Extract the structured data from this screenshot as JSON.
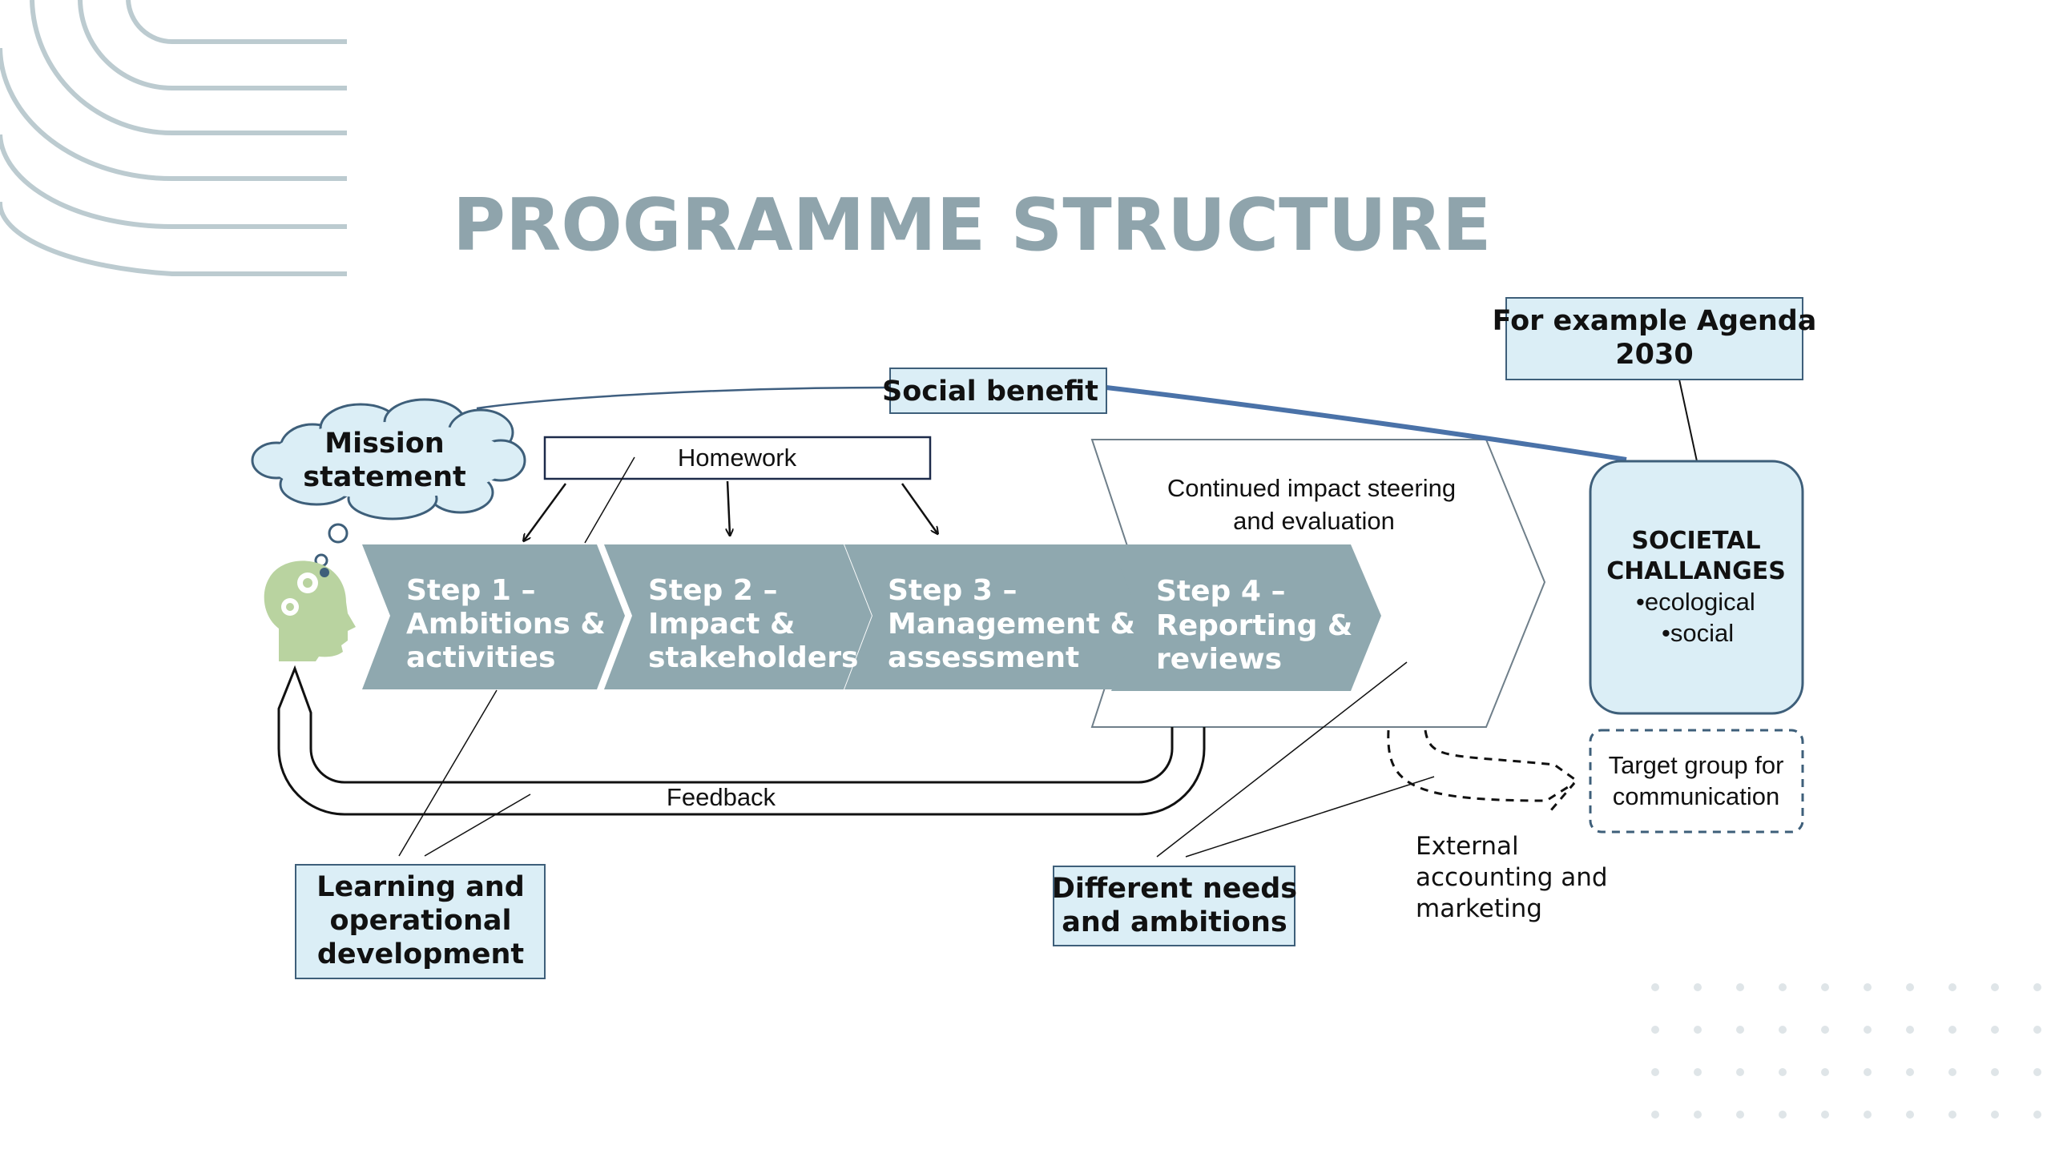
{
  "title": "PROGRAMME STRUCTURE",
  "colors": {
    "title": "#8fa4ac",
    "step_fill": "#8fa8af",
    "box_fill": "#dbeef6",
    "box_border": "#3e5f7a",
    "decor_lines": "#bccbd0",
    "decor_dots": "#dfe5e8",
    "head_icon": "#b9d3a0"
  },
  "mission_statement": {
    "line1": "Mission",
    "line2": "statement"
  },
  "social_benefit": "Social benefit",
  "agenda_box": {
    "line1": "For example Agenda",
    "line2": "2030"
  },
  "homework": "Homework",
  "steps": [
    {
      "line1": "Step 1 –",
      "line2": "Ambitions &",
      "line3": "activities"
    },
    {
      "line1": "Step 2 –",
      "line2": "Impact &",
      "line3": "stakeholders"
    },
    {
      "line1": "Step 3 –",
      "line2": "Management &",
      "line3": "assessment"
    },
    {
      "line1": "Step 4 –",
      "line2": "Reporting &",
      "line3": "reviews"
    }
  ],
  "continued_impact": {
    "line1": "Continued impact steering",
    "line2": "and evaluation"
  },
  "societal": {
    "line1": "SOCIETAL",
    "line2": "CHALLANGES",
    "bullet1": "•ecological",
    "bullet2": "•social"
  },
  "target_group": {
    "line1": "Target group for",
    "line2": "communication"
  },
  "feedback": "Feedback",
  "learning_box": {
    "line1": "Learning and",
    "line2": "operational",
    "line3": "development"
  },
  "needs_box": {
    "line1": "Different needs",
    "line2": "and ambitions"
  },
  "external": {
    "line1": "External",
    "line2": "accounting and",
    "line3": "marketing"
  },
  "icons": {
    "head": "head-with-gears-icon",
    "cloud": "thought-cloud-icon"
  }
}
